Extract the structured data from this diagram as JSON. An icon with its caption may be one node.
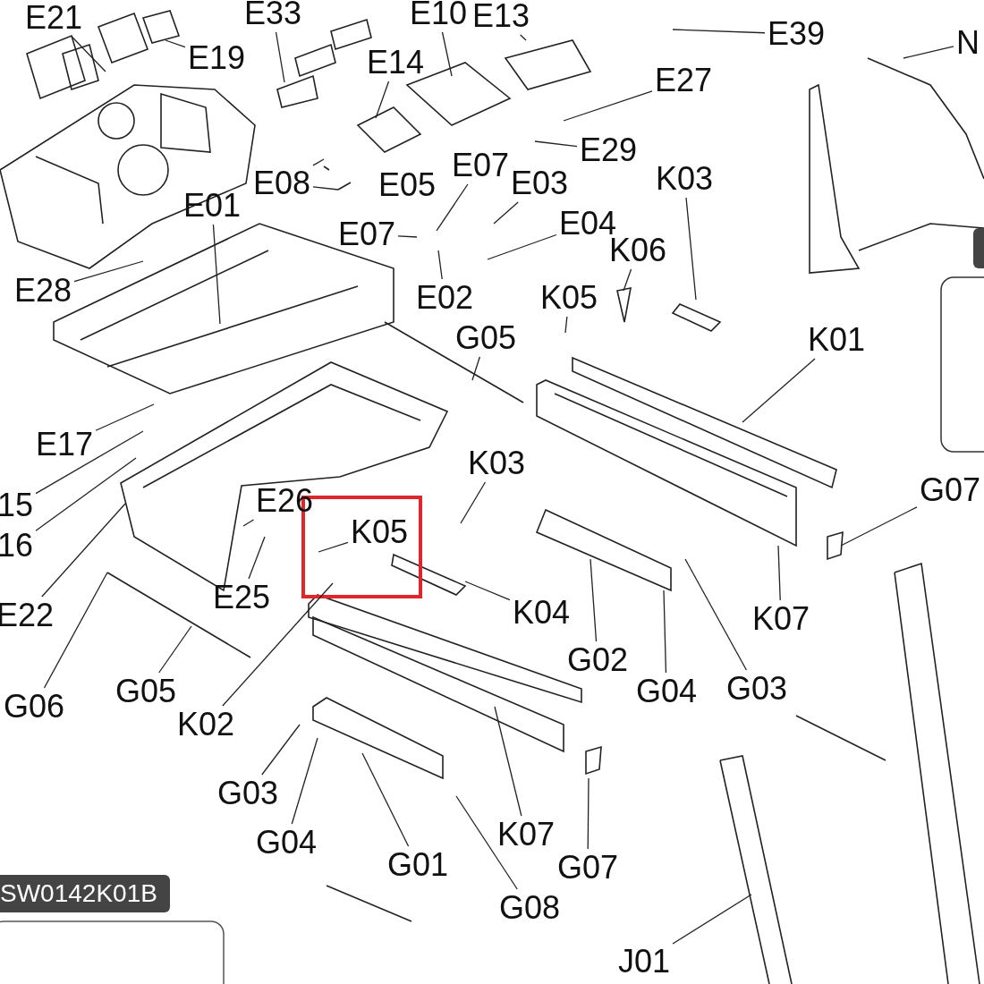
{
  "diagram": {
    "nodes": [
      {
        "text": [
          "E21"
        ]
      },
      {
        "text": [
          "E33"
        ]
      },
      {
        "text": [
          "E10"
        ]
      },
      {
        "text": [
          "E13"
        ]
      },
      {
        "text": [
          "E39"
        ]
      },
      {
        "text": [
          "N"
        ]
      },
      {
        "text": [
          "E19"
        ]
      },
      {
        "text": [
          "E14"
        ]
      },
      {
        "text": [
          "E27"
        ]
      },
      {
        "text": [
          "E29"
        ]
      },
      {
        "text": [
          "E08"
        ]
      },
      {
        "text": [
          "E05"
        ]
      },
      {
        "text": [
          "E07"
        ]
      },
      {
        "text": [
          "E03"
        ]
      },
      {
        "text": [
          "K03"
        ]
      },
      {
        "text": [
          "E01"
        ]
      },
      {
        "text": [
          "E07"
        ]
      },
      {
        "text": [
          "E04"
        ]
      },
      {
        "text": [
          "K06"
        ]
      },
      {
        "text": [
          "E28"
        ]
      },
      {
        "text": [
          "E02"
        ]
      },
      {
        "text": [
          "K05"
        ]
      },
      {
        "text": [
          "G05"
        ]
      },
      {
        "text": [
          "K01"
        ]
      },
      {
        "text": [
          "E17"
        ]
      },
      {
        "text": [
          "15"
        ]
      },
      {
        "text": [
          "16"
        ]
      },
      {
        "text": [
          "K03"
        ]
      },
      {
        "text": [
          "E26"
        ]
      },
      {
        "text": [
          "K05"
        ]
      },
      {
        "text": [
          "G07"
        ]
      },
      {
        "text": [
          "E25"
        ]
      },
      {
        "text": [
          "K04"
        ]
      },
      {
        "text": [
          "E22"
        ]
      },
      {
        "text": [
          "K02"
        ]
      },
      {
        "text": [
          "G02"
        ]
      },
      {
        "text": [
          "G04"
        ]
      },
      {
        "text": [
          "G03"
        ]
      },
      {
        "text": [
          "K07"
        ]
      },
      {
        "text": [
          "G06"
        ]
      },
      {
        "text": [
          "G05"
        ]
      },
      {
        "text": [
          "G03"
        ]
      },
      {
        "text": [
          "G04"
        ]
      },
      {
        "text": [
          "G01"
        ]
      },
      {
        "text": [
          "K07"
        ]
      },
      {
        "text": [
          "G07"
        ]
      },
      {
        "text": [
          "G08"
        ]
      },
      {
        "text": [
          "J01"
        ]
      },
      {
        "text": [
          "SW0142K01B"
        ]
      }
    ],
    "edges": [
      {
        "from": 0,
        "to": null,
        "arrow": "none"
      },
      {
        "from": 1,
        "to": null,
        "arrow": "none"
      },
      {
        "from": 2,
        "to": null,
        "arrow": "none"
      },
      {
        "from": 3,
        "to": null,
        "arrow": "none"
      },
      {
        "from": 4,
        "to": null,
        "arrow": "none"
      },
      {
        "from": 5,
        "to": null,
        "arrow": "none"
      },
      {
        "from": 6,
        "to": null,
        "arrow": "none"
      },
      {
        "from": 7,
        "to": null,
        "arrow": "none"
      },
      {
        "from": 8,
        "to": null,
        "arrow": "none"
      },
      {
        "from": 9,
        "to": null,
        "arrow": "none"
      },
      {
        "from": 10,
        "to": null,
        "arrow": "none"
      },
      {
        "from": 10,
        "to": null,
        "arrow": "none"
      },
      {
        "from": 12,
        "to": null,
        "arrow": "none"
      },
      {
        "from": 13,
        "to": null,
        "arrow": "none"
      },
      {
        "from": 14,
        "to": null,
        "arrow": "none"
      },
      {
        "from": 15,
        "to": null,
        "arrow": "none"
      },
      {
        "from": 16,
        "to": null,
        "arrow": "none"
      },
      {
        "from": 17,
        "to": null,
        "arrow": "none"
      },
      {
        "from": 18,
        "to": null,
        "arrow": "none"
      },
      {
        "from": 19,
        "to": null,
        "arrow": "none"
      },
      {
        "from": 20,
        "to": null,
        "arrow": "none"
      },
      {
        "from": 21,
        "to": null,
        "arrow": "none"
      },
      {
        "from": 22,
        "to": null,
        "arrow": "none"
      },
      {
        "from": 23,
        "to": null,
        "arrow": "none"
      },
      {
        "from": 24,
        "to": null,
        "arrow": "none"
      },
      {
        "from": 25,
        "to": null,
        "arrow": "none"
      },
      {
        "from": 26,
        "to": null,
        "arrow": "none"
      },
      {
        "from": 27,
        "to": null,
        "arrow": "none"
      },
      {
        "from": 28,
        "to": null,
        "arrow": "none"
      },
      {
        "from": 29,
        "to": null,
        "arrow": "none"
      },
      {
        "from": 30,
        "to": null,
        "arrow": "none"
      },
      {
        "from": 31,
        "to": null,
        "arrow": "none"
      },
      {
        "from": 32,
        "to": null,
        "arrow": "none"
      },
      {
        "from": 33,
        "to": null,
        "arrow": "none"
      },
      {
        "from": 34,
        "to": null,
        "arrow": "none"
      },
      {
        "from": 35,
        "to": null,
        "arrow": "none"
      },
      {
        "from": 36,
        "to": null,
        "arrow": "none"
      },
      {
        "from": 37,
        "to": null,
        "arrow": "none"
      },
      {
        "from": 38,
        "to": null,
        "arrow": "none"
      },
      {
        "from": 39,
        "to": null,
        "arrow": "none"
      },
      {
        "from": 40,
        "to": null,
        "arrow": "none"
      },
      {
        "from": 41,
        "to": null,
        "arrow": "none"
      },
      {
        "from": 42,
        "to": null,
        "arrow": "none"
      },
      {
        "from": 43,
        "to": null,
        "arrow": "none"
      },
      {
        "from": 44,
        "to": null,
        "arrow": "none"
      },
      {
        "from": 45,
        "to": null,
        "arrow": "none"
      },
      {
        "from": 46,
        "to": null,
        "arrow": "none"
      },
      {
        "from": 47,
        "to": null,
        "arrow": "none"
      }
    ]
  }
}
